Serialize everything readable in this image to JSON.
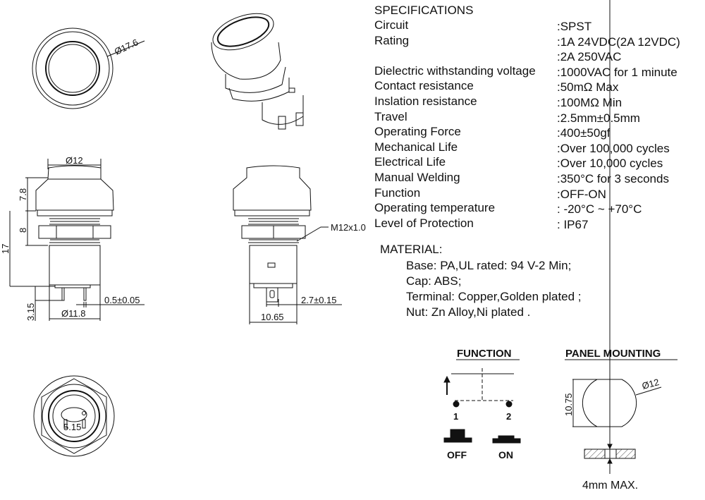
{
  "specifications": {
    "title": "SPECIFICATIONS",
    "rows": [
      {
        "label": "Circuit",
        "value": ":SPST"
      },
      {
        "label": "Rating",
        "value": ":1A 24VDC(2A 12VDC)"
      },
      {
        "label": "",
        "value": ":2A 250VAC"
      },
      {
        "label": "Dielectric withstanding voltage",
        "value": ":1000VAC for 1 minute"
      },
      {
        "label": "Contact resistance",
        "value": ":50mΩ   Max"
      },
      {
        "label": "Inslation resistance",
        "value": ":100MΩ  Min"
      },
      {
        "label": "Travel",
        "value": ":2.5mm±0.5mm"
      },
      {
        "label": "Operating Force",
        "value": ":400±50gf"
      },
      {
        "label": "Mechanical Life",
        "value": ":Over 100,000 cycles"
      },
      {
        "label": "Electrical Life",
        "value": ":Over 10,000 cycles"
      },
      {
        "label": "Manual Welding",
        "value": ":350°C for 3 seconds"
      },
      {
        "label": "Function",
        "value": ":OFF-ON"
      },
      {
        "label": "Operating temperature",
        "value": ": -20°C ~ +70°C"
      },
      {
        "label": "Level of Protection",
        "value": ": IP67"
      }
    ]
  },
  "material": {
    "title": "MATERIAL:",
    "lines": [
      "Base: PA,UL rated: 94 V-2 Min;",
      "Cap: ABS;",
      "Terminal: Copper,Golden plated ;",
      "Nut: Zn Alloy,Ni plated ."
    ]
  },
  "dimensions": {
    "top_diameter": "Ø17.6",
    "cap_diameter": "Ø12",
    "cap_height": "7.8",
    "thread_length": "8",
    "total_height": "17",
    "pin_length": "3.15",
    "body_diameter": "Ø11.8",
    "pin_width": "0.5±0.05",
    "thread": "M12x1.0",
    "terminal_width": "2.7±0.15",
    "body_width": "10.65",
    "bottom_dim": "5.15"
  },
  "function": {
    "title": "FUNCTION",
    "pin1": "1",
    "pin2": "2",
    "off": "OFF",
    "on": "ON"
  },
  "panel_mounting": {
    "title": "PANEL MOUNTING",
    "flat_width": "10.75",
    "hole_diameter": "Ø12",
    "thickness": "4mm MAX."
  }
}
